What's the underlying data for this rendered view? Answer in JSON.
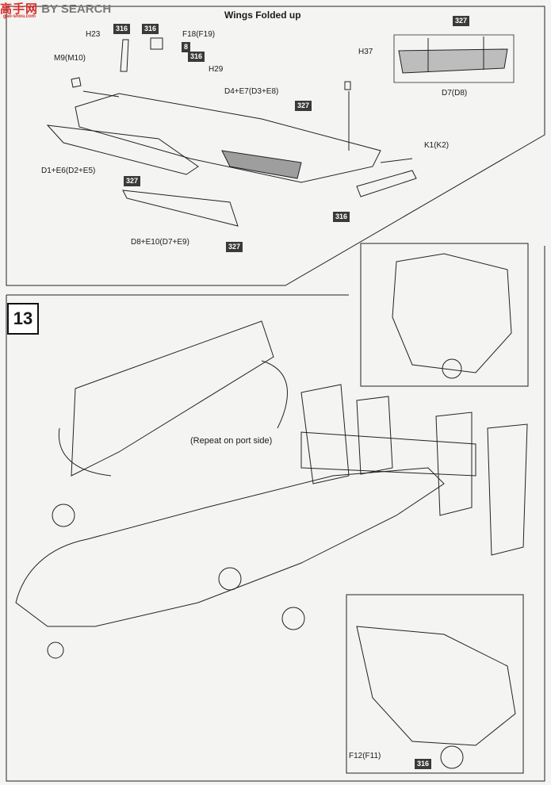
{
  "watermark": {
    "chinese": "高手网",
    "english": "BY SEARCH",
    "site": "gao-shou.com"
  },
  "step_number": "13",
  "panel_top": {
    "title": "Wings Folded up",
    "parts": [
      "H23",
      "F18(F19)",
      "H29",
      "M9(M10)",
      "H37",
      "D4+E7(D3+E8)",
      "D1+E6(D2+E5)",
      "K1(K2)",
      "D8+E10(D7+E9)"
    ],
    "paint_codes": [
      "316",
      "316",
      "8",
      "316",
      "327",
      "327",
      "316",
      "327"
    ]
  },
  "panel_inset": {
    "part": "D7(D8)",
    "paint_code": "327"
  },
  "panel_main": {
    "note": "(Repeat on port side)"
  },
  "panel_detail": {
    "part": "F12(F11)",
    "paint_code": "316"
  }
}
